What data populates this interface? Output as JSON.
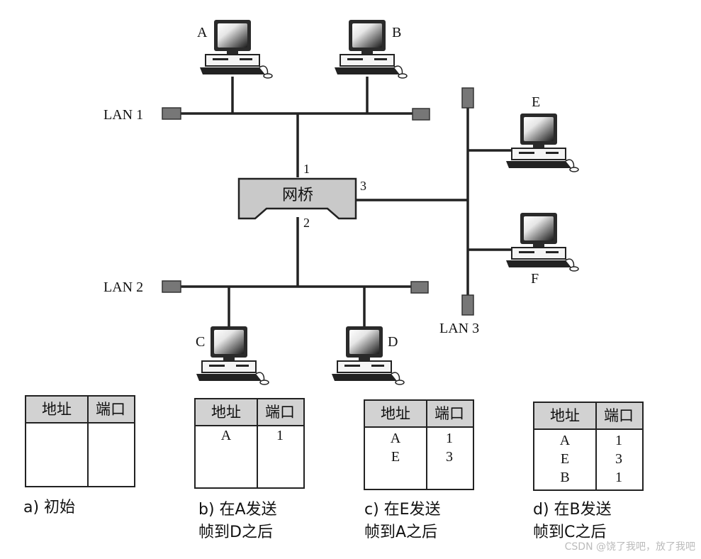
{
  "lans": {
    "lan1": "LAN 1",
    "lan2": "LAN 2",
    "lan3": "LAN 3"
  },
  "bridge": {
    "label": "网桥",
    "ports": [
      "1",
      "2",
      "3"
    ]
  },
  "hosts": [
    "A",
    "B",
    "C",
    "D",
    "E",
    "F"
  ],
  "tables": [
    {
      "headers": [
        "地址",
        "端口"
      ],
      "rows": [],
      "caption": [
        "a) 初始"
      ]
    },
    {
      "headers": [
        "地址",
        "端口"
      ],
      "rows": [
        [
          "A",
          "1"
        ]
      ],
      "caption": [
        "b) 在A发送",
        "帧到D之后"
      ]
    },
    {
      "headers": [
        "地址",
        "端口"
      ],
      "rows": [
        [
          "A",
          "1"
        ],
        [
          "E",
          "3"
        ]
      ],
      "caption": [
        "c) 在E发送",
        "帧到A之后"
      ]
    },
    {
      "headers": [
        "地址",
        "端口"
      ],
      "rows": [
        [
          "A",
          "1"
        ],
        [
          "E",
          "3"
        ],
        [
          "B",
          "1"
        ]
      ],
      "caption": [
        "d) 在B发送",
        "帧到C之后"
      ]
    }
  ],
  "watermark": "CSDN @饶了我吧，放了我吧"
}
